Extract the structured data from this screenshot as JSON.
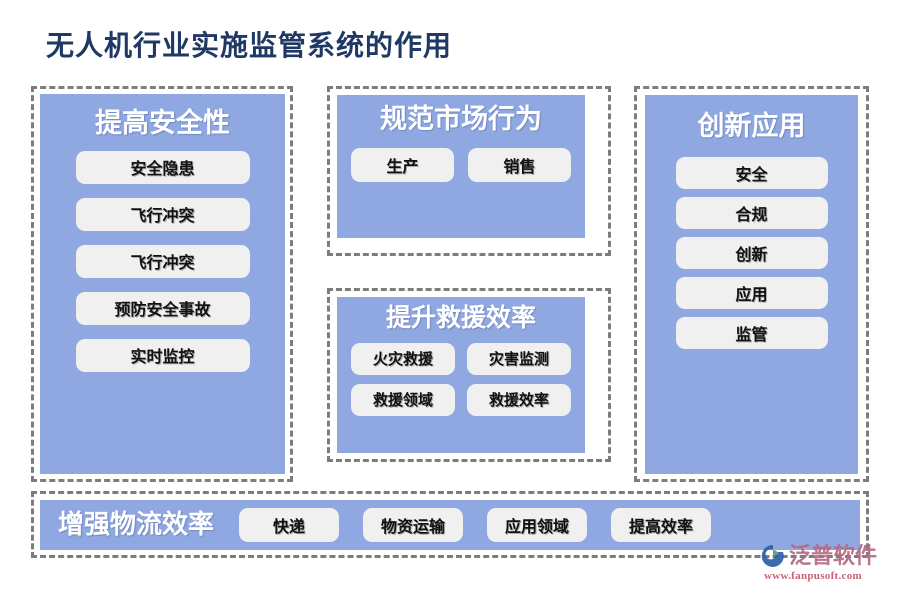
{
  "page": {
    "title": "无人机行业实施监管系统的作用",
    "title_color": "#1F3864",
    "background_color": "#FFFFFF",
    "panel_color": "#90A8E2",
    "chip_color": "#F0F0F0",
    "frame_border_color": "#7D7D7D"
  },
  "panels": {
    "safety": {
      "heading": "提高安全性",
      "items": [
        {
          "label": "安全隐患"
        },
        {
          "label": "飞行冲突"
        },
        {
          "label": "飞行冲突"
        },
        {
          "label": "预防安全事故"
        },
        {
          "label": "实时监控"
        }
      ]
    },
    "market": {
      "heading": "规范市场行为",
      "items": [
        {
          "label": "生产"
        },
        {
          "label": "销售"
        }
      ]
    },
    "rescue": {
      "heading": "提升救援效率",
      "items": [
        {
          "label": "火灾救援"
        },
        {
          "label": "灾害监测"
        },
        {
          "label": "救援领域"
        },
        {
          "label": "救援效率"
        }
      ]
    },
    "innovation": {
      "heading": "创新应用",
      "items": [
        {
          "label": "安全"
        },
        {
          "label": "合规"
        },
        {
          "label": "创新"
        },
        {
          "label": "应用"
        },
        {
          "label": "监管"
        }
      ]
    },
    "logistics": {
      "heading": "增强物流效率",
      "items": [
        {
          "label": "快递"
        },
        {
          "label": "物资运输"
        },
        {
          "label": "应用领域"
        },
        {
          "label": "提高效率"
        }
      ]
    }
  },
  "watermark": {
    "brand": "泛普软件",
    "url": "www.fanpusoft.com"
  }
}
